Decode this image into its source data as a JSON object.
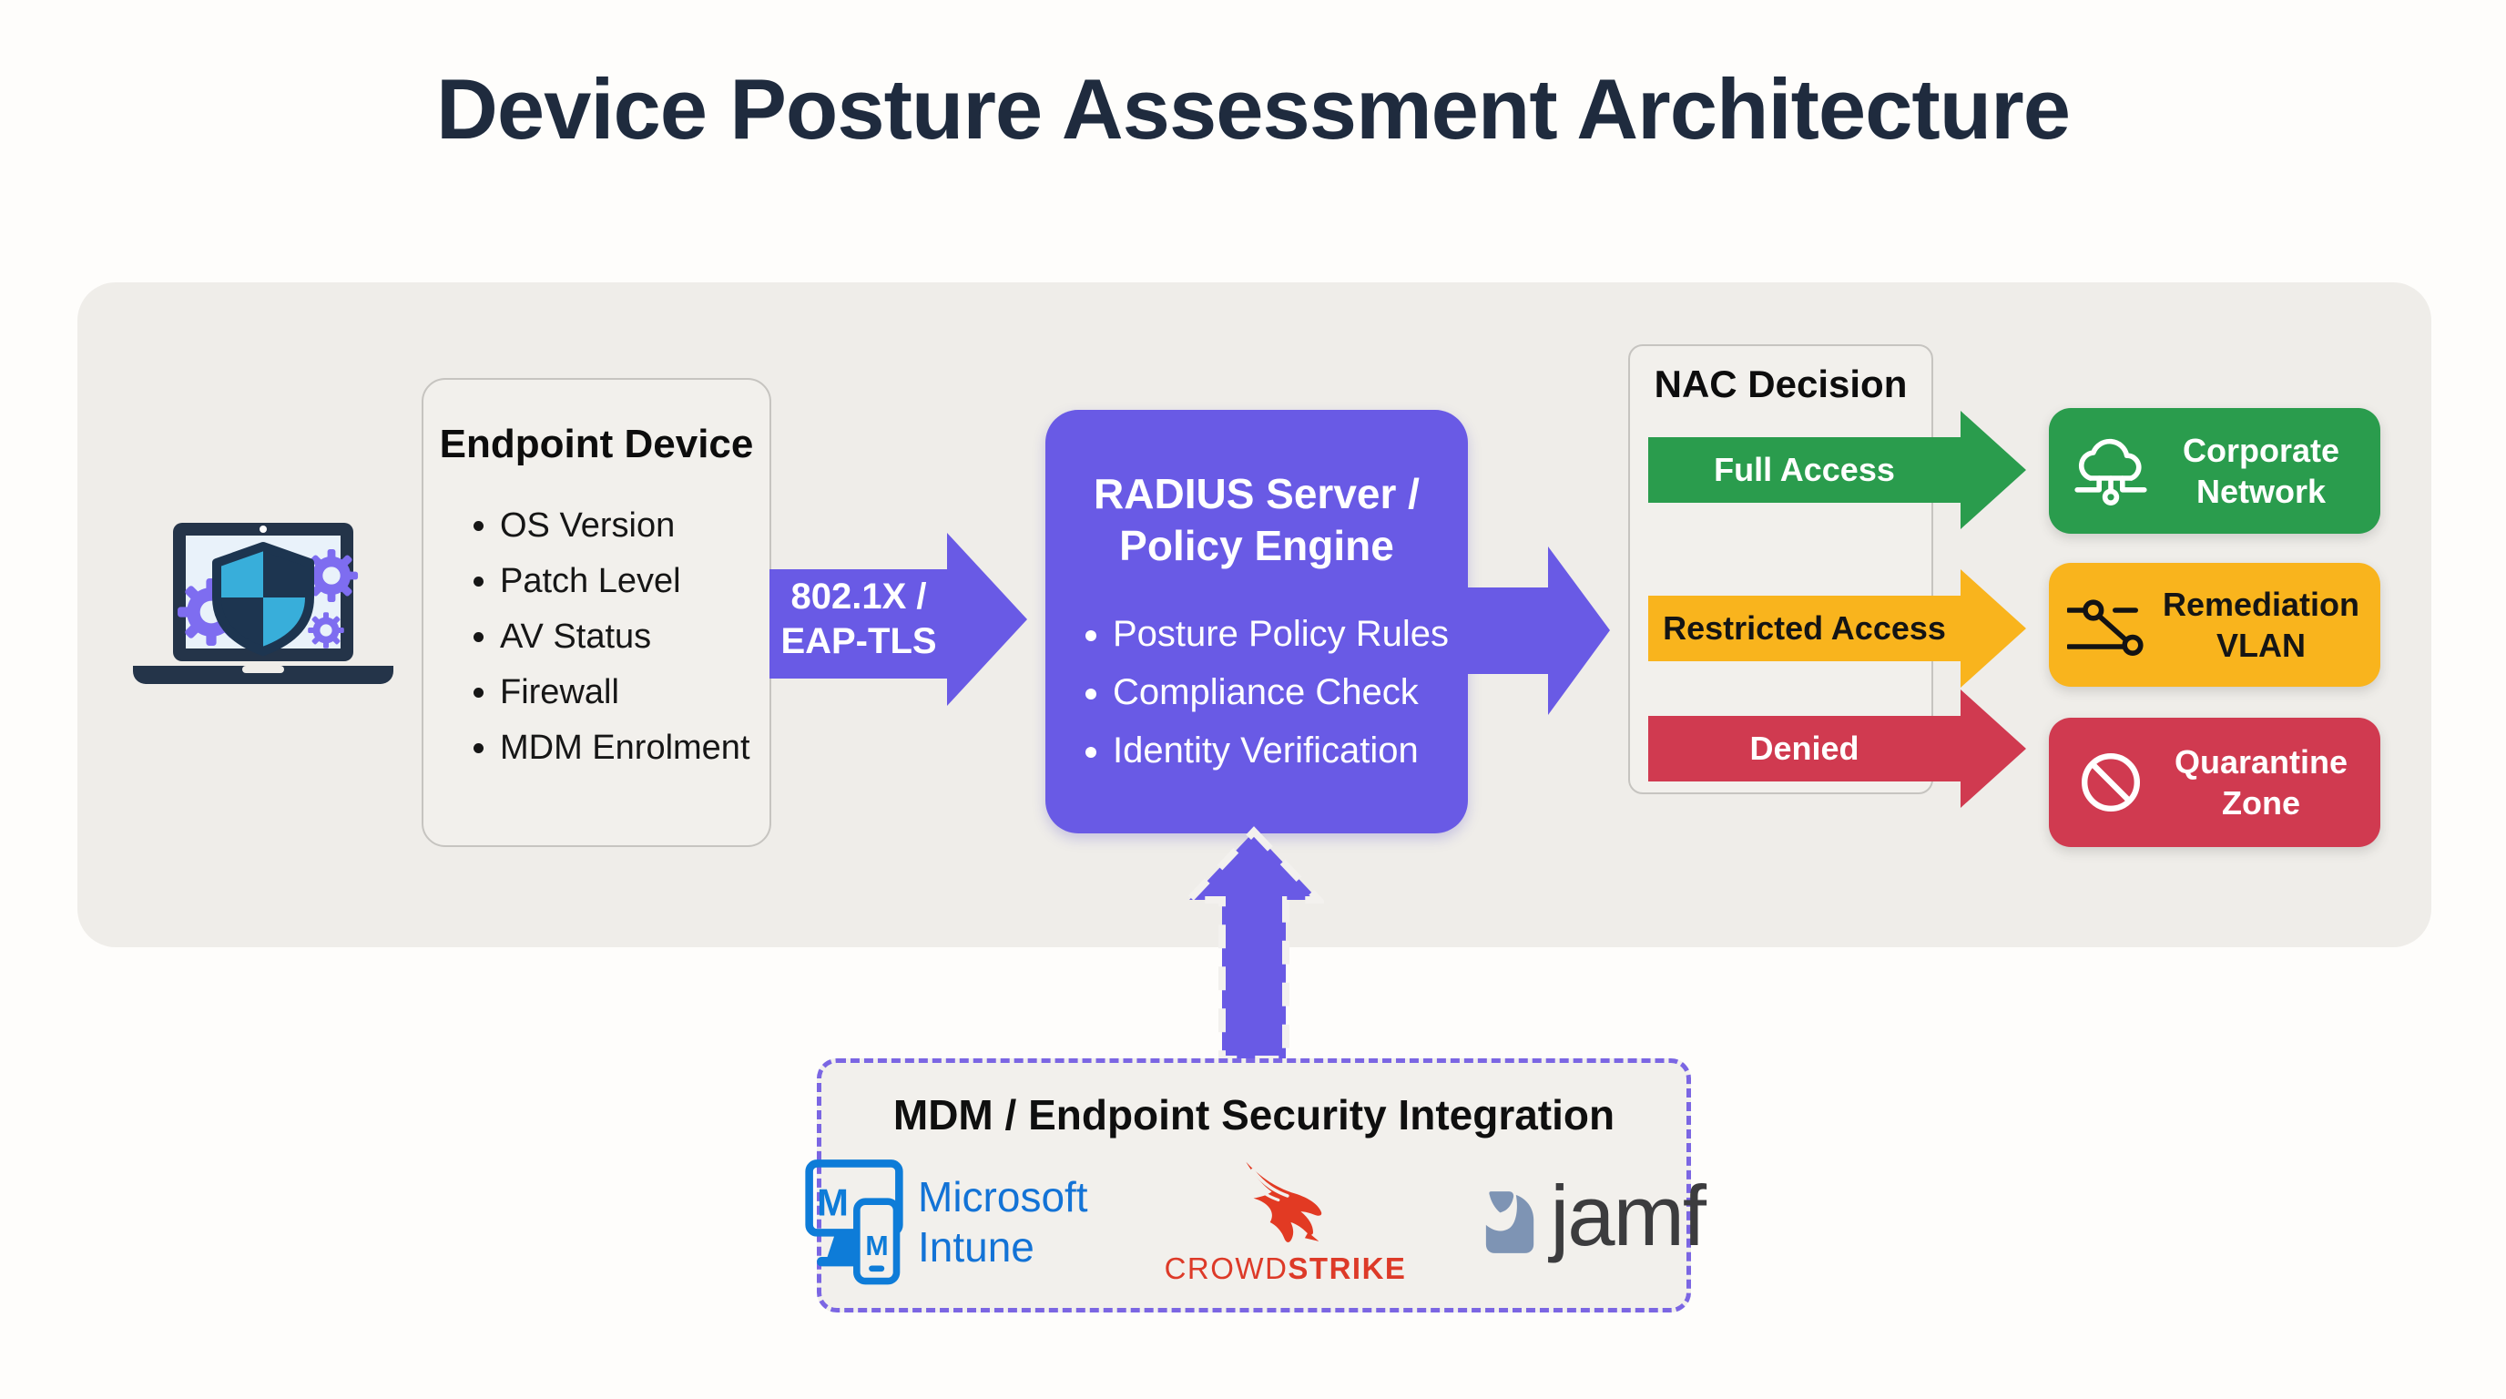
{
  "title": "Device Posture Assessment Architecture",
  "endpoint": {
    "title": "Endpoint Device",
    "items": [
      "OS Version",
      "Patch Level",
      "AV Status",
      "Firewall",
      "MDM Enrolment"
    ]
  },
  "auth_arrow": {
    "line1": "802.1X /",
    "line2": "EAP-TLS"
  },
  "radius": {
    "title_line1": "RADIUS Server /",
    "title_line2": "Policy Engine",
    "items": [
      "Posture Policy Rules",
      "Compliance Check",
      "Identity Verification"
    ]
  },
  "nac": {
    "title": "NAC Decision",
    "decisions": [
      {
        "label": "Full Access",
        "color": "#2a9c4d"
      },
      {
        "label": "Restricted Access",
        "color": "#f9b41d"
      },
      {
        "label": "Denied",
        "color": "#d03a50"
      }
    ]
  },
  "outcomes": [
    {
      "label": "Corporate Network",
      "color": "#2a9c4d",
      "icon": "cloud-network-icon"
    },
    {
      "label": "Remediation VLAN",
      "color": "#f9b41d",
      "icon": "network-switch-icon"
    },
    {
      "label": "Quarantine Zone",
      "color": "#d03a50",
      "icon": "prohibition-icon"
    }
  ],
  "mdm": {
    "title": "MDM / Endpoint Security Integration",
    "vendors": [
      {
        "name": "Microsoft Intune",
        "text_line1": "Microsoft",
        "text_line2": "Intune",
        "icon_letter": "M"
      },
      {
        "name": "CrowdStrike",
        "word_part1": "CROWD",
        "word_part2": "STRIKE"
      },
      {
        "name": "jamf",
        "wordmark": "jamf"
      }
    ]
  },
  "colors": {
    "accent_purple": "#695ae5",
    "green": "#2a9c4d",
    "amber": "#f9b41d",
    "red": "#d03a50",
    "panel": "#efede9",
    "title_text": "#1f2b3e",
    "microsoft_blue": "#1373d6",
    "crowdstrike_red": "#dd3a28",
    "jamf_slate": "#7e94b4"
  }
}
